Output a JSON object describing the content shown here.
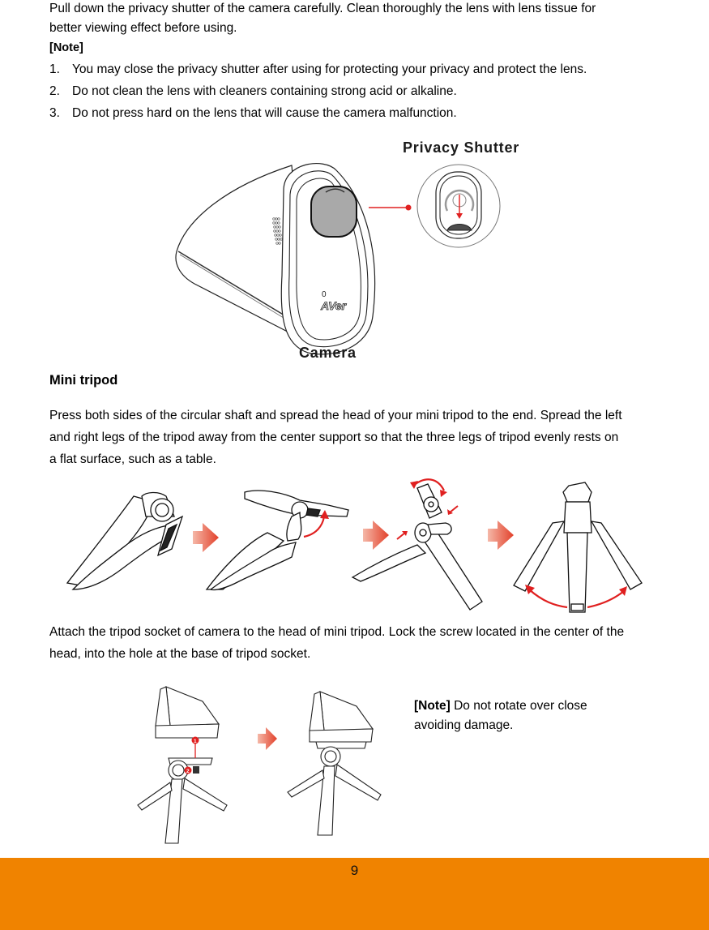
{
  "intro": {
    "line1": "Pull down the privacy shutter of the camera carefully. Clean thoroughly the lens with lens tissue for",
    "line2": "better viewing effect before using."
  },
  "note": {
    "heading": "[Note]",
    "items": [
      {
        "num": "1.",
        "text": "You may close the privacy shutter after using for protecting your privacy and protect the lens."
      },
      {
        "num": "2.",
        "text": "Do not clean the lens with cleaners containing strong acid or alkaline."
      },
      {
        "num": "3.",
        "text": "Do not press hard on the lens that will cause the camera malfunction."
      }
    ]
  },
  "figure_camera": {
    "privacy_label": "Privacy Shutter",
    "camera_label": "Camera",
    "brand_mark": "AVer",
    "led_mark": "0",
    "accent_color": "#E02020"
  },
  "mini_tripod": {
    "title": "Mini tripod",
    "para_lines": [
      "Press both sides of the circular shaft and spread the head of your mini tripod to the end. Spread the left",
      "and right legs of the tripod away from the center support so that the three legs of tripod evenly rests on",
      "a flat surface, such as a table."
    ],
    "attach_lines": [
      "Attach the tripod socket of camera to the head of mini tripod. Lock the screw located in the center of the",
      "head, into the hole at the base of tripod socket."
    ],
    "side_note": {
      "bold": "[Note]",
      "text1": " Do not rotate over close",
      "text2": "avoiding damage."
    },
    "step_markers": [
      "1",
      "2"
    ]
  },
  "footer": {
    "page_number": "9",
    "color": "#F08300"
  }
}
